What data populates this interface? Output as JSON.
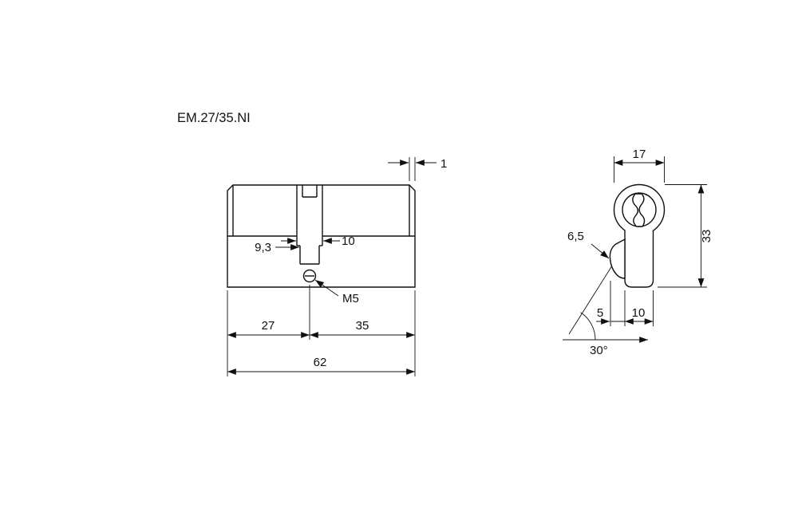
{
  "title": "EM.27/35.NI",
  "colors": {
    "line": "#111111",
    "background": "#ffffff"
  },
  "side_view": {
    "end_cap_width": "1",
    "cam_width_top": "10",
    "cam_width_bottom": "9,3",
    "screw_thread": "M5",
    "length_a": "27",
    "length_b": "35",
    "total_length": "62"
  },
  "end_view": {
    "body_width": "17",
    "body_height": "33",
    "key_tip_size": "6,5",
    "tip_protrusion": "5",
    "lower_width": "10",
    "tip_angle": "30°"
  }
}
